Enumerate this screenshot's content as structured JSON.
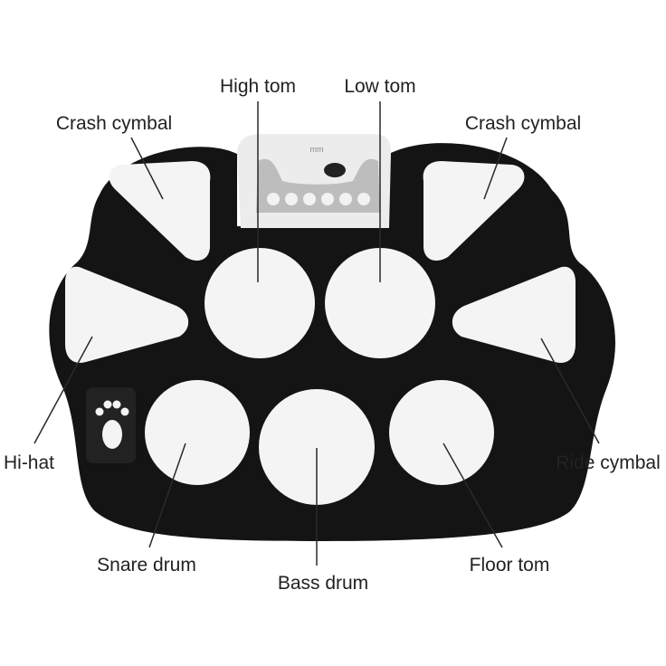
{
  "labels": {
    "high_tom": "High tom",
    "low_tom": "Low tom",
    "crash_left": "Crash cymbal",
    "crash_right": "Crash cymbal",
    "hi_hat": "Hi-hat",
    "ride": "Ride cymbal",
    "snare": "Snare drum",
    "bass": "Bass drum",
    "floor_tom": "Floor tom"
  },
  "colors": {
    "body": "#141414",
    "pad": "#f4f4f4",
    "panel": "#ececec",
    "leader": "#2a2a2a"
  },
  "panel_logo": "mm"
}
